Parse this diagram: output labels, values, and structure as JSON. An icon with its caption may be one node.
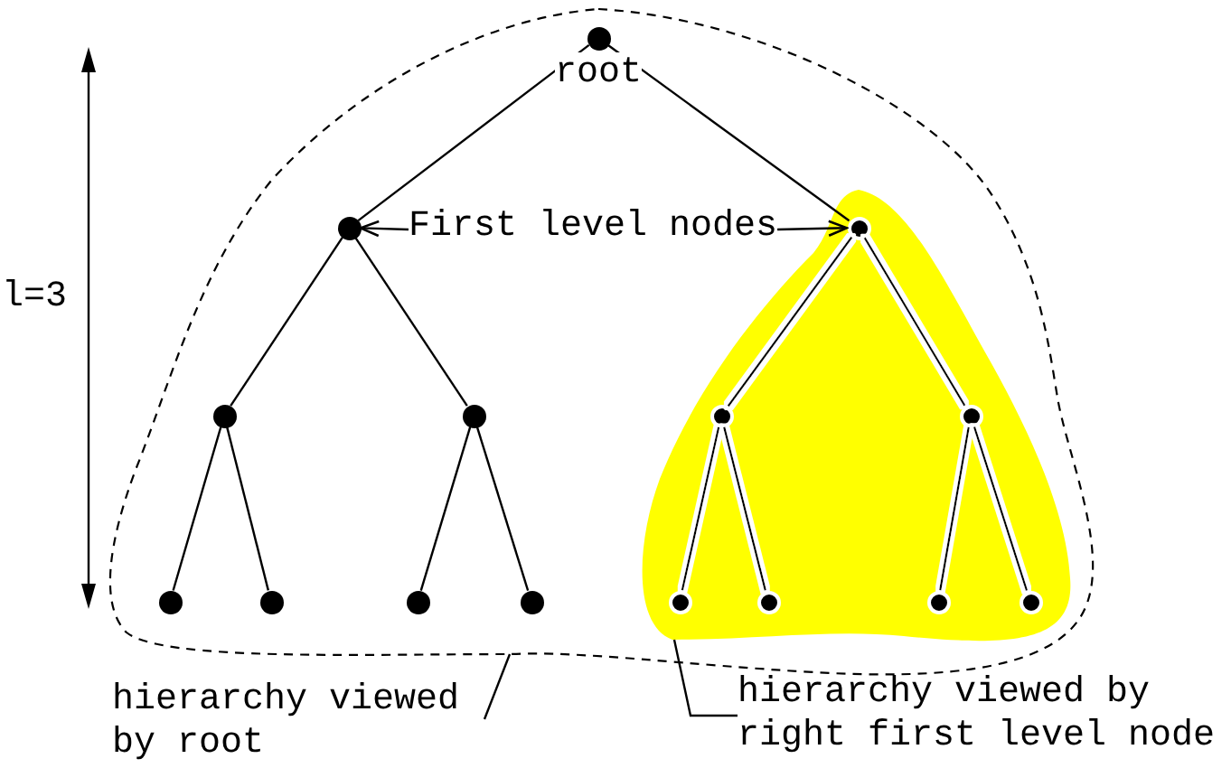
{
  "diagram": {
    "nodes": [
      {
        "text": [],
        "shape": "cloud"
      },
      {
        "text": [],
        "shape": "cloud",
        "in": 0
      },
      {
        "text": [],
        "shape": "circle",
        "in": 0,
        "beside": [
          "root"
        ]
      },
      {
        "text": [],
        "shape": "circle",
        "in": 0
      },
      {
        "text": [],
        "shape": "circle",
        "in": 1
      },
      {
        "text": [],
        "shape": "circle",
        "in": 0
      },
      {
        "text": [],
        "shape": "circle",
        "in": 0
      },
      {
        "text": [],
        "shape": "circle",
        "in": 1
      },
      {
        "text": [],
        "shape": "circle",
        "in": 1
      },
      {
        "text": [],
        "shape": "circle",
        "in": 0
      },
      {
        "text": [],
        "shape": "circle",
        "in": 0
      },
      {
        "text": [],
        "shape": "circle",
        "in": 0
      },
      {
        "text": [],
        "shape": "circle",
        "in": 0
      },
      {
        "text": [],
        "shape": "circle",
        "in": 1
      },
      {
        "text": [],
        "shape": "circle",
        "in": 1
      },
      {
        "text": [],
        "shape": "circle",
        "in": 1
      },
      {
        "text": [],
        "shape": "circle",
        "in": 1
      },
      {
        "text": [
          "First level nodes"
        ],
        "in": 0
      },
      {
        "text": [
          "hierarchy viewed by root"
        ]
      },
      {
        "text": [
          "hierarchy viewed by right first level node"
        ]
      }
    ],
    "edges": [
      {
        "from": 2,
        "to": 3,
        "arrow": "none"
      },
      {
        "from": 2,
        "to": 4,
        "arrow": "none"
      },
      {
        "from": 3,
        "to": 5,
        "arrow": "none"
      },
      {
        "from": 3,
        "to": 6,
        "arrow": "none"
      },
      {
        "from": 4,
        "to": 7,
        "arrow": "none"
      },
      {
        "from": 4,
        "to": 8,
        "arrow": "none"
      },
      {
        "from": 5,
        "to": 9,
        "arrow": "none"
      },
      {
        "from": 5,
        "to": 10,
        "arrow": "none"
      },
      {
        "from": 6,
        "to": 11,
        "arrow": "none"
      },
      {
        "from": 6,
        "to": 12,
        "arrow": "none"
      },
      {
        "from": 7,
        "to": 13,
        "arrow": "none"
      },
      {
        "from": 7,
        "to": 14,
        "arrow": "none"
      },
      {
        "from": 8,
        "to": 15,
        "arrow": "none"
      },
      {
        "from": 8,
        "to": 16,
        "arrow": "none"
      },
      {
        "from": 17,
        "to": 3,
        "arrow": "to"
      },
      {
        "from": 17,
        "to": 4,
        "arrow": "to"
      },
      {
        "from": 18,
        "to": 0,
        "arrow": "none"
      },
      {
        "from": 19,
        "to": 1,
        "arrow": "none"
      }
    ],
    "labels": [
      "l=3"
    ]
  }
}
